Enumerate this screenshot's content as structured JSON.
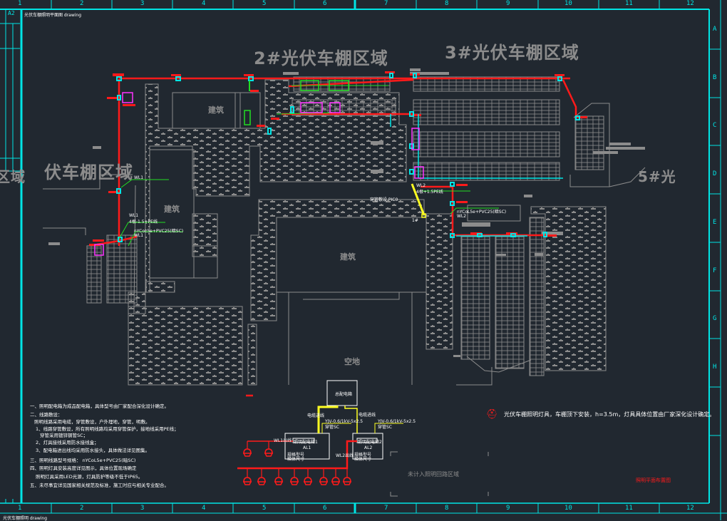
{
  "title_block": {
    "sheet_size": "A2",
    "top_caption": "光伏车棚照明平面图 drawing",
    "bottom_caption": "光伏车棚照明 drawing"
  },
  "grid": {
    "columns": [
      "1",
      "2",
      "3",
      "4",
      "5",
      "6",
      "7",
      "8",
      "9",
      "10",
      "11",
      "12"
    ],
    "rows": [
      "A",
      "B",
      "C",
      "D",
      "E",
      "F",
      "G",
      "H"
    ]
  },
  "zones": {
    "zone2": "2#光伏车棚区域",
    "zone3": "3#光伏车棚区域",
    "zone1_partial": "伏车棚区域",
    "zone_left_edge": "区域",
    "zone5_partial": "5#光"
  },
  "buildings": {
    "b_top": "建筑",
    "b_left": "建筑",
    "b_center": "建筑",
    "open_space": "空地"
  },
  "cable_labels": {
    "left_upper": "WL1",
    "left_mid_1": "WL1",
    "left_mid_2": "4根-1.5+PE线",
    "left_low": "nYCoL5e+PVC25(暗SC)",
    "left_low_2": "WL1",
    "right_1": "WL2",
    "right_2": "4根+1.5PE线",
    "right_pipe": "穿管敷设 PIC0",
    "right_cable": "nYCoL5e+PVC25(暗SC)",
    "right_cable_2": "WL2",
    "right_yellow": "1#"
  },
  "notes": {
    "lines": [
      "一、照明配电箱为成品配电箱，具体型号由厂家配合深化设计确定。",
      "二、线路敷设：",
      "照明线路采用电缆，穿管敷设，户外埋地，穿管，明敷。",
      "1、线路穿管敷设，所有照明线路均采用穿管保护，接地线采用PE线；",
      "穿管采用镀锌钢管SC；",
      "2、灯具接线采用防水接线盒；",
      "3、配电箱进出线均采用防水接头，具体做法详见图集。",
      "三、照明线路型号规格： nYCoL5e+PVC25(暗SC)",
      "四、照明灯具安装高度详见图示，具体位置现场确定",
      "照明灯具采用LED光源，灯具防护等级不低于IP65。",
      "五、未尽事宜详见国家相关规范及标准，施工时应与相关专业配合。"
    ]
  },
  "schematic": {
    "top_box": "总配电箱",
    "left_box_title": "照明配电箱1",
    "left_box_sub": "AL1",
    "left_box_info_1": "规格型号",
    "left_box_info_2": "箱体尺寸",
    "right_box_title": "照明配电箱2",
    "right_box_sub": "AL2",
    "right_box_info_1": "规格型号",
    "right_box_info_2": "箱体尺寸",
    "feed_left": "电缆进线",
    "feed_right": "电缆进线",
    "cable_left": "YJV-0.6/1kV-5x2.5",
    "cable_left_2": "穿管SC",
    "cable_right": "YJV-0.6/1kV-5x2.5",
    "cable_right_2": "穿管SC",
    "branch_left": "WL1出线",
    "branch_right": "WL2出线",
    "lamps_upper": 2,
    "lamps_lower": 8
  },
  "legend": {
    "text": "光伏车棚照明灯具，车棚顶下安装，h=3.5m，灯具具体位置由厂家深化设计确定。",
    "lamp_icon": "pendant-lamp-icon",
    "unlit_area": "未计入照明回路区域",
    "drawing_name": "照明平面布置图"
  },
  "colors": {
    "background": "#212830",
    "frame": "#00e5e5",
    "wire_red": "#ff1a1a",
    "wire_green": "#22dd22",
    "wire_yellow": "#ffff22",
    "box_magenta": "#ff33ff",
    "structure_gray": "#8c8c8c"
  }
}
